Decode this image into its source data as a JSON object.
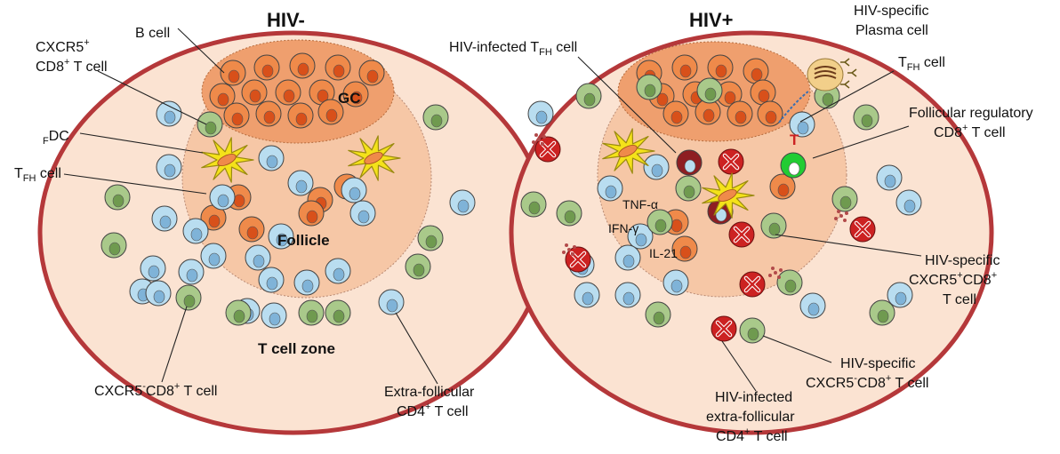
{
  "colors": {
    "node_border": "#b5383a",
    "node_fill": "#fbe3d2",
    "follicle_fill": "#f6c7a6",
    "gc_fill": "#ef9f6e",
    "b_cell": "#ef8a4a",
    "b_nucleus": "#d8501a",
    "t_cd4": "#b9ddf0",
    "t_cd4_nucleus": "#7fb3d8",
    "t_cd8": "#a9c98a",
    "t_cd8_nucleus": "#6f9a4f",
    "fdc": "#f4e21a",
    "infected": "#cc2222",
    "freg": "#22cc33"
  },
  "left": {
    "title": "HIV-",
    "labels": {
      "b_cell": "B cell",
      "cxcr5_1": "CXCR5",
      "cxcr5_1_sup": "+",
      "cxcr5_2": "CD8",
      "cxcr5_2_sup": "+",
      "cxcr5_2_tail": " T cell",
      "fdc_pre": "F",
      "fdc": "DC",
      "tfh": "T",
      "tfh_sub": "FH",
      "tfh_tail": " cell",
      "gc": "GC",
      "follicle": "Follicle",
      "tcell_zone": "T cell zone",
      "cxcr5neg": "CXCR5",
      "cxcr5neg_sup": "-",
      "cxcr5neg_tail": "CD8",
      "cxcr5neg_sup2": "+",
      "cxcr5neg_tail2": " T cell",
      "extra_1": "Extra-follicular",
      "extra_2": "CD4",
      "extra_2_sup": "+",
      "extra_2_tail": " T cell"
    }
  },
  "right": {
    "title": "HIV+",
    "labels": {
      "infected_tfh": "HIV-infected T",
      "infected_tfh_sub": "FH",
      "infected_tfh_tail": " cell",
      "plasma_1": "HIV-specific",
      "plasma_2": "Plasma cell",
      "tfh": "T",
      "tfh_sub": "FH",
      "tfh_tail": " cell",
      "freg_1": "Follicular regulatory",
      "freg_2": "CD8",
      "freg_2_sup": "+",
      "freg_2_tail": " T cell",
      "tnf": "TNF-α",
      "ifn": "IFN-γ",
      "il21": "IL-21",
      "t_mark": "T",
      "spec_pos_1": "HIV-specific",
      "spec_pos_2": "CXCR5",
      "spec_pos_2_sup": "+",
      "spec_pos_2_mid": "CD8",
      "spec_pos_2_sup2": "+",
      "spec_pos_3": "T cell",
      "spec_neg_1": "HIV-specific",
      "spec_neg_2": "CXCR5",
      "spec_neg_2_sup": "-",
      "spec_neg_2_mid": "CD8",
      "spec_neg_2_sup2": "+",
      "spec_neg_2_tail": " T cell",
      "inf_extra_1": "HIV-infected",
      "inf_extra_2": "extra-follicular",
      "inf_extra_3": "CD4",
      "inf_extra_3_sup": "+",
      "inf_extra_3_tail": " T cell"
    }
  }
}
